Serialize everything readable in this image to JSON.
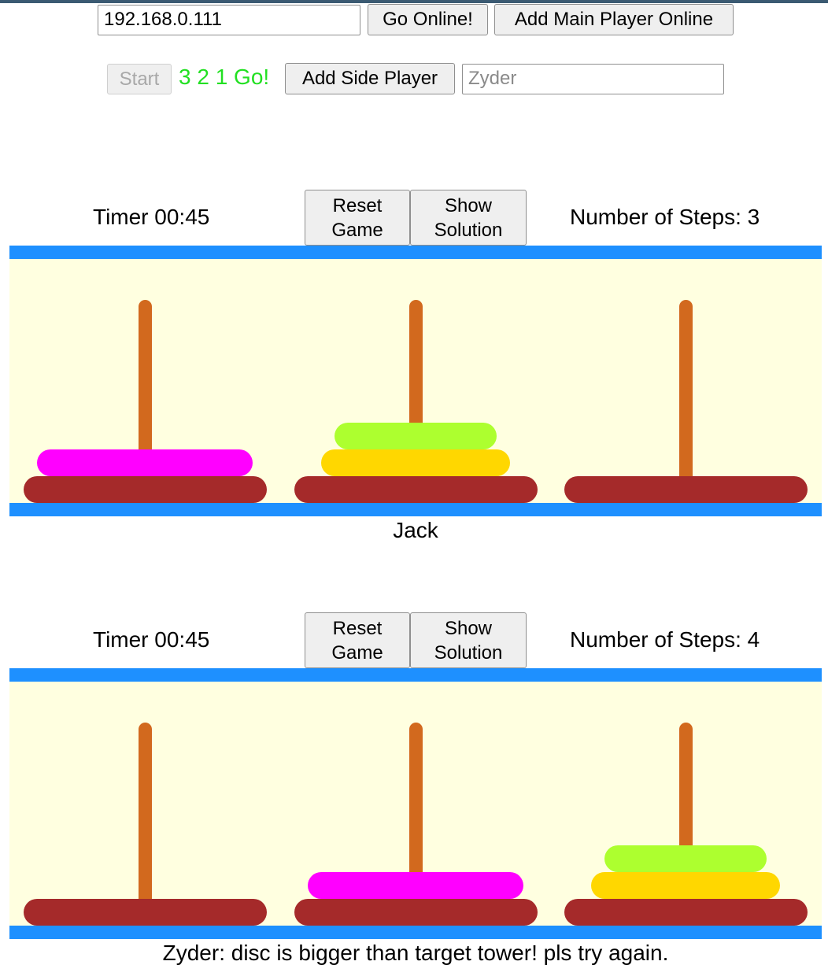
{
  "connection": {
    "ip_value": "192.168.0.111",
    "go_online_label": "Go Online!",
    "add_main_player_label": "Add Main Player Online"
  },
  "lobby": {
    "start_label": "Start",
    "countdown_text": "3 2 1 Go!",
    "add_side_player_label": "Add Side Player",
    "side_player_placeholder": "Zyder"
  },
  "colors": {
    "rail": "#1e90ff",
    "board": "#ffffe0",
    "peg": "#d2691e",
    "base_disk": "#a52a2a",
    "disk_magenta": "#ff00ff",
    "disk_green": "#adff2f",
    "disk_gold": "#ffd700",
    "countdown": "#22e022"
  },
  "games": [
    {
      "timer_text": "Timer 00:45",
      "reset_label_line1": "Reset",
      "reset_label_line2": "Game",
      "solution_label_line1": "Show",
      "solution_label_line2": "Solution",
      "steps_text": "Number of Steps: 3",
      "player_message": "Jack",
      "towers": [
        {
          "disks": [
            {
              "size": 4,
              "color": "#a52a2a"
            },
            {
              "size": 3,
              "color": "#ff00ff"
            }
          ]
        },
        {
          "disks": [
            {
              "size": 4,
              "color": "#a52a2a"
            },
            {
              "size": 2,
              "color": "#ffd700"
            },
            {
              "size": 1,
              "color": "#adff2f"
            }
          ]
        },
        {
          "disks": [
            {
              "size": 4,
              "color": "#a52a2a"
            }
          ]
        }
      ]
    },
    {
      "timer_text": "Timer 00:45",
      "reset_label_line1": "Reset",
      "reset_label_line2": "Game",
      "solution_label_line1": "Show",
      "solution_label_line2": "Solution",
      "steps_text": "Number of Steps: 4",
      "player_message": "Zyder: disc is bigger than target tower! pls try again.",
      "towers": [
        {
          "disks": [
            {
              "size": 4,
              "color": "#a52a2a"
            }
          ]
        },
        {
          "disks": [
            {
              "size": 4,
              "color": "#a52a2a"
            },
            {
              "size": 3,
              "color": "#ff00ff"
            }
          ]
        },
        {
          "disks": [
            {
              "size": 4,
              "color": "#a52a2a"
            },
            {
              "size": 2,
              "color": "#ffd700"
            },
            {
              "size": 1,
              "color": "#adff2f"
            }
          ]
        }
      ]
    }
  ]
}
